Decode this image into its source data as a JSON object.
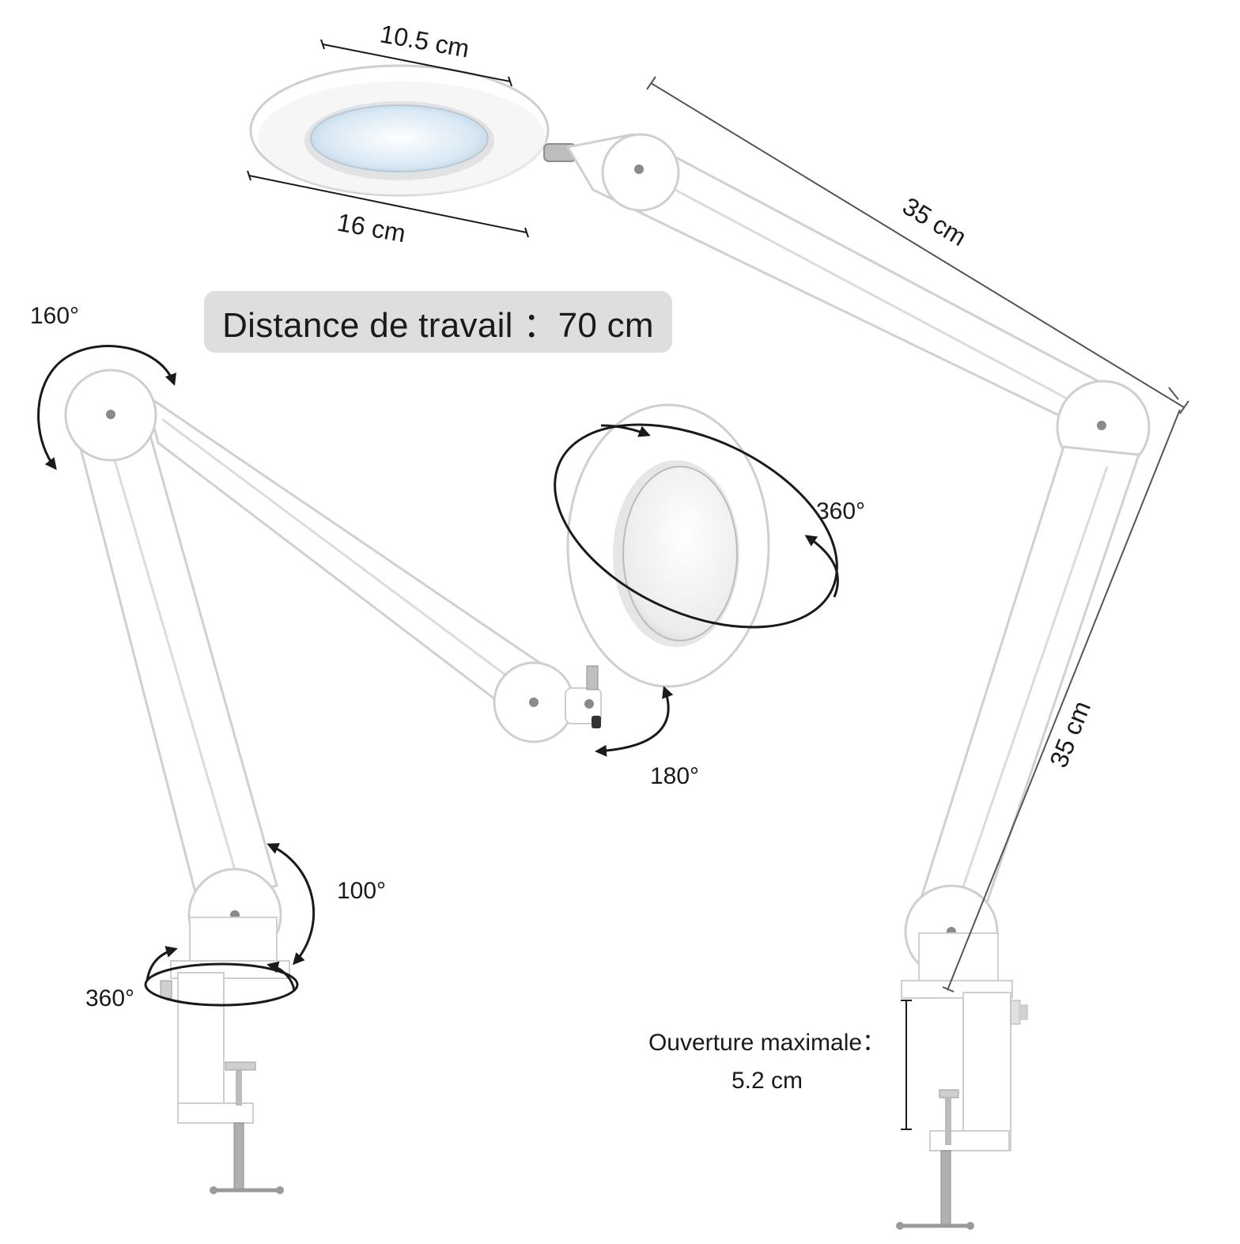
{
  "dimensions": {
    "lens_diameter": "10.5 cm",
    "head_diameter": "16 cm",
    "upper_arm_length": "35 cm",
    "lower_arm_length": "35 cm"
  },
  "working_distance": "Distance de travail ：70 cm",
  "angles": {
    "elbow": "160°",
    "head_tilt": "180°",
    "head_rotate": "360°",
    "base_tilt": "100°",
    "base_swivel": "360°"
  },
  "clamp_opening": {
    "label": "Ouverture maximale：",
    "value": "5.2 cm"
  },
  "colors": {
    "lamp_body": "#ffffff",
    "lamp_shadow": "#d4d4d4",
    "lens_tint": "#cfe3f2",
    "arrow": "#1a1a1a",
    "badge": "#dedede"
  }
}
